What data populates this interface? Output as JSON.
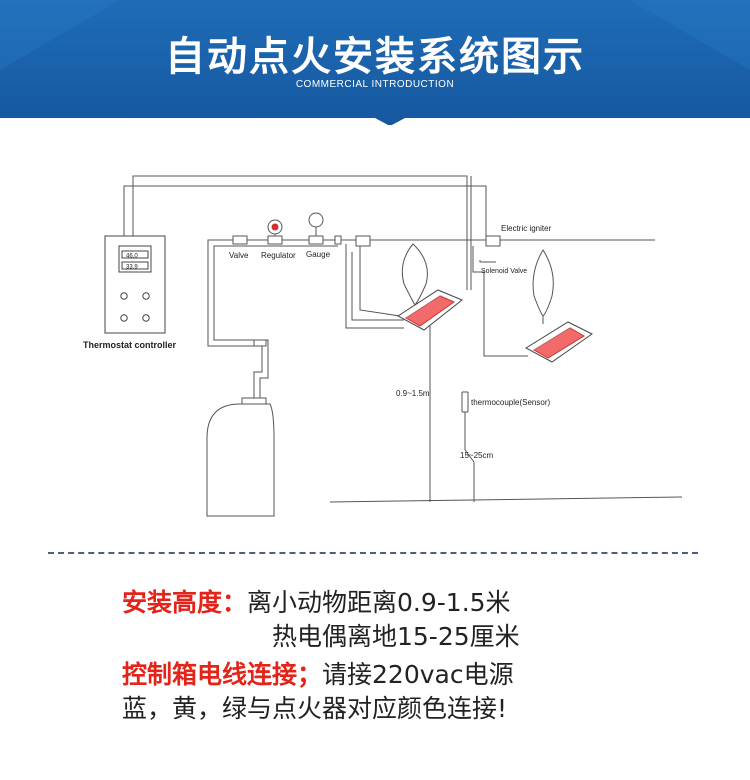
{
  "header": {
    "title": "自动点火安装系统图示",
    "subtitle": "COMMERCIAL INTRODUCTION",
    "bg_color": "#1a5ea6",
    "accent_color": "#0d3f7a"
  },
  "diagram": {
    "labels": {
      "valve": "Valve",
      "regulator": "Regulator",
      "gauge": "Gauge",
      "electric_igniter": "Electric igniter",
      "solenoid_valve": "Solenoid Valve",
      "thermostat_controller": "Thermostat controller",
      "height_range": "0.9~1.5m",
      "thermocouple": "thermocouple(Sensor)",
      "ground_range": "15~25cm"
    },
    "display": {
      "line1": "46.0",
      "line2": "33.9"
    }
  },
  "notes": {
    "install_height_label": "安装高度：",
    "install_height_line1": "离小动物距离0.9-1.5米",
    "install_height_line2": "热电偶离地15-25厘米",
    "control_label": "控制箱电线连接；",
    "control_line1": "请接220vac电源",
    "control_line2": "蓝，黄，绿与点火器对应颜色连接!",
    "label_color": "#e3241b"
  }
}
